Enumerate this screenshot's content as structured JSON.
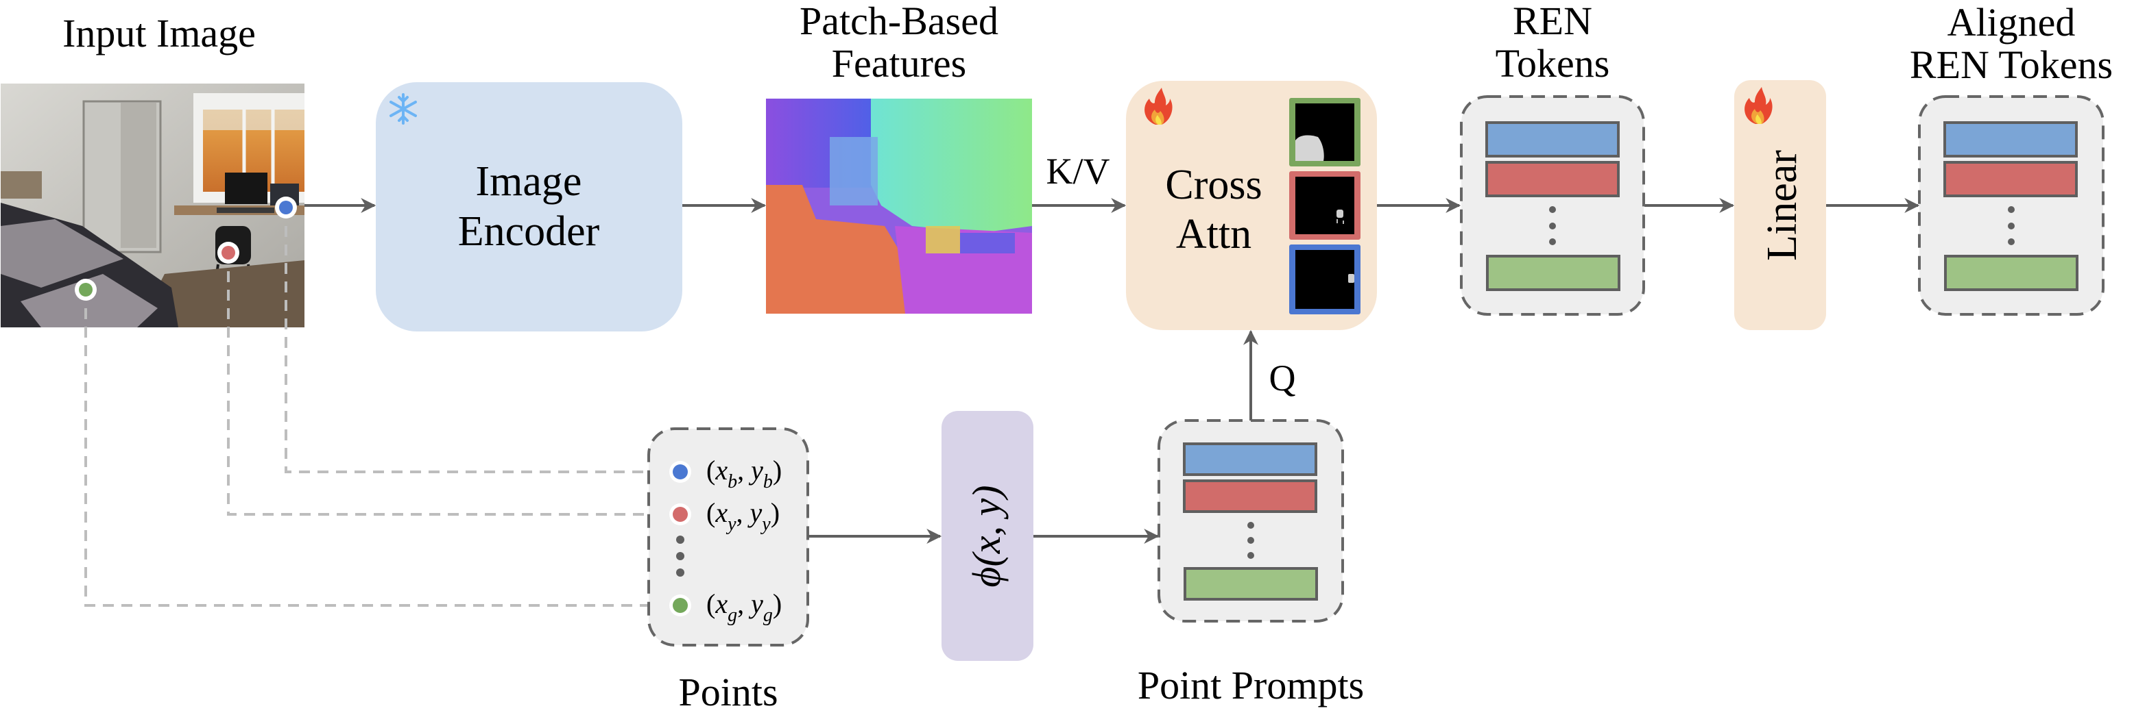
{
  "figure": {
    "type": "architecture-diagram",
    "colors": {
      "arrow": "#5f5f5f",
      "dashed_link": "#bdbdbd",
      "encoder_fill": "#d4e1f1",
      "trainable_fill": "#f7e6d3",
      "pos_enc_fill": "#d8d3e8",
      "token_group_fill": "#eeeeee",
      "token_group_border": "#666666",
      "token_blue": "#7ba5d6",
      "token_red": "#d16c6a",
      "token_green": "#9ec385",
      "point_blue": "#4a78d2",
      "point_red": "#d36b6b",
      "point_green": "#74a85b",
      "mask_green_border": "#7aa65d",
      "mask_red_border": "#d36d6b",
      "mask_blue_border": "#4b77d1",
      "snowflake": "#6cb4f5",
      "flame_outer": "#e8472f",
      "flame_mid": "#f2a33a",
      "flame_inner": "#f9e04a"
    }
  },
  "labels": {
    "input_image": "Input Image",
    "patch_features_line1": "Patch-Based",
    "patch_features_line2": "Features",
    "ren_tokens_line1": "REN",
    "ren_tokens_line2": "Tokens",
    "aligned_line1": "Aligned",
    "aligned_line2": "REN Tokens",
    "points": "Points",
    "point_prompts": "Point Prompts",
    "kv": "K/V",
    "q": "Q"
  },
  "blocks": {
    "image_encoder": {
      "line1": "Image",
      "line2": "Encoder",
      "status_icon": "snowflake-icon",
      "status": "frozen"
    },
    "cross_attn": {
      "line1": "Cross",
      "line2": "Attn",
      "status_icon": "flame-icon",
      "status": "trainable"
    },
    "linear": {
      "label": "Linear",
      "status_icon": "flame-icon",
      "status": "trainable"
    },
    "pos_encoding": {
      "phi": "ϕ",
      "args": "(x, y)"
    }
  },
  "points": [
    {
      "color": "blue",
      "x_sub": "b",
      "y_sub": "b"
    },
    {
      "color": "red",
      "x_sub": "y",
      "y_sub": "y"
    },
    {
      "color": "green",
      "x_sub": "g",
      "y_sub": "g"
    }
  ],
  "token_rows": [
    "blue",
    "red",
    "ellipsis",
    "green"
  ],
  "attention_masks": [
    "green",
    "red",
    "blue"
  ]
}
